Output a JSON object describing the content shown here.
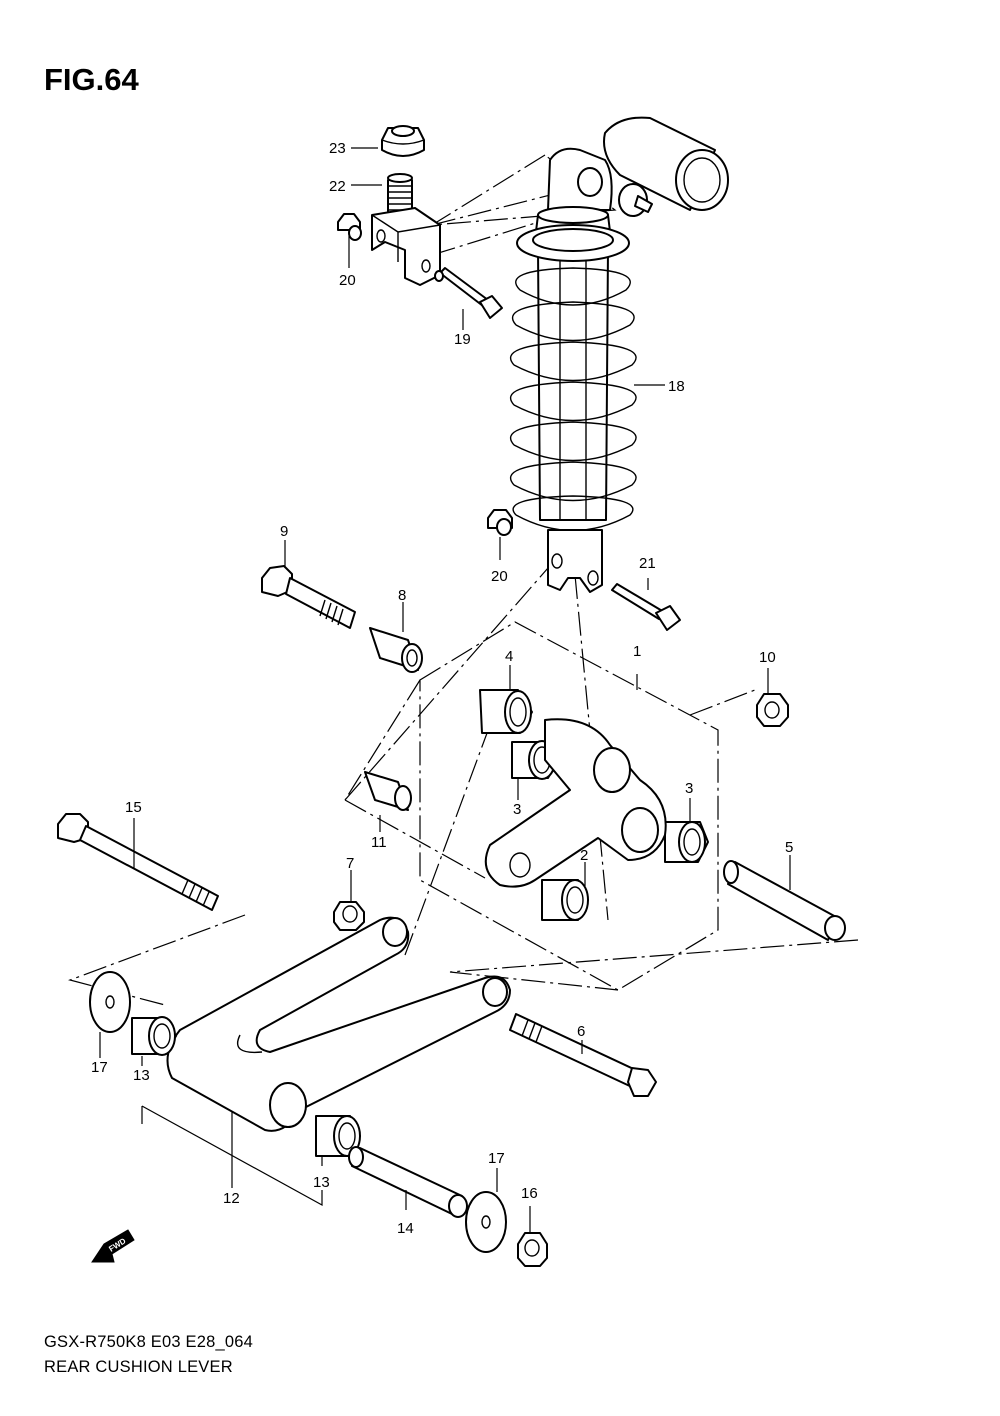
{
  "figure": {
    "title": "FIG.64",
    "model_code": "GSX-R750K8 E03 E28_064",
    "section_name": "REAR CUSHION LEVER",
    "fwd_label": "FWD"
  },
  "callouts": [
    {
      "id": "23",
      "text": "23"
    },
    {
      "id": "22",
      "text": "22"
    },
    {
      "id": "20a",
      "text": "20"
    },
    {
      "id": "19",
      "text": "19"
    },
    {
      "id": "18",
      "text": "18"
    },
    {
      "id": "9",
      "text": "9"
    },
    {
      "id": "20b",
      "text": "20"
    },
    {
      "id": "21",
      "text": "21"
    },
    {
      "id": "8",
      "text": "8"
    },
    {
      "id": "1",
      "text": "1"
    },
    {
      "id": "10",
      "text": "10"
    },
    {
      "id": "4",
      "text": "4"
    },
    {
      "id": "3a",
      "text": "3"
    },
    {
      "id": "3b",
      "text": "3"
    },
    {
      "id": "15",
      "text": "15"
    },
    {
      "id": "11",
      "text": "11"
    },
    {
      "id": "5",
      "text": "5"
    },
    {
      "id": "7",
      "text": "7"
    },
    {
      "id": "2",
      "text": "2"
    },
    {
      "id": "6",
      "text": "6"
    },
    {
      "id": "17a",
      "text": "17"
    },
    {
      "id": "13a",
      "text": "13"
    },
    {
      "id": "12",
      "text": "12"
    },
    {
      "id": "13b",
      "text": "13"
    },
    {
      "id": "17b",
      "text": "17"
    },
    {
      "id": "16",
      "text": "16"
    },
    {
      "id": "14",
      "text": "14"
    }
  ]
}
